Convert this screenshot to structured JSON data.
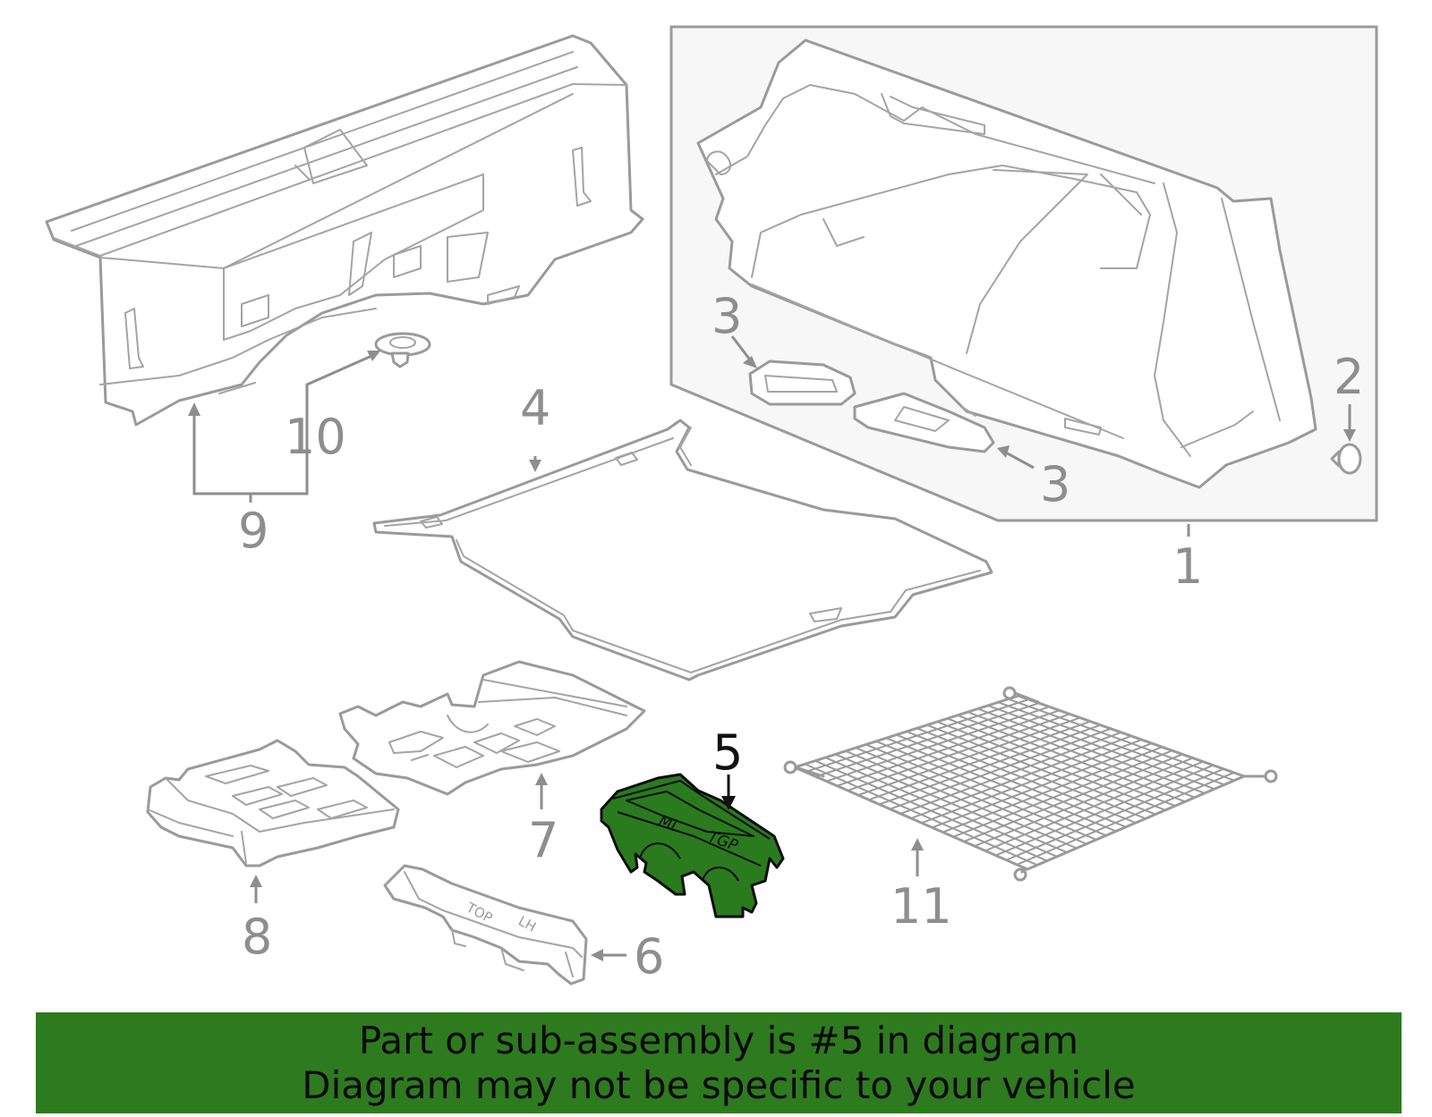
{
  "callouts": {
    "c1": "1",
    "c2": "2",
    "c3a": "3",
    "c3b": "3",
    "c4": "4",
    "c5": "5",
    "c6": "6",
    "c7": "7",
    "c8": "8",
    "c9": "9",
    "c10": "10",
    "c11": "11"
  },
  "part5_marks": {
    "mark_left": "MI",
    "mark_right": "TGP"
  },
  "part6_marks": {
    "mark_top": "TOP",
    "mark_side": "LH"
  },
  "highlighted_part": "5",
  "colors": {
    "highlight": "#2a7a1e",
    "line": "#9a9a9a",
    "banner": "#2e7a1f"
  },
  "banner": {
    "line1": "Part or sub-assembly is #5 in diagram",
    "line2": "Diagram may not be specific to your vehicle"
  }
}
